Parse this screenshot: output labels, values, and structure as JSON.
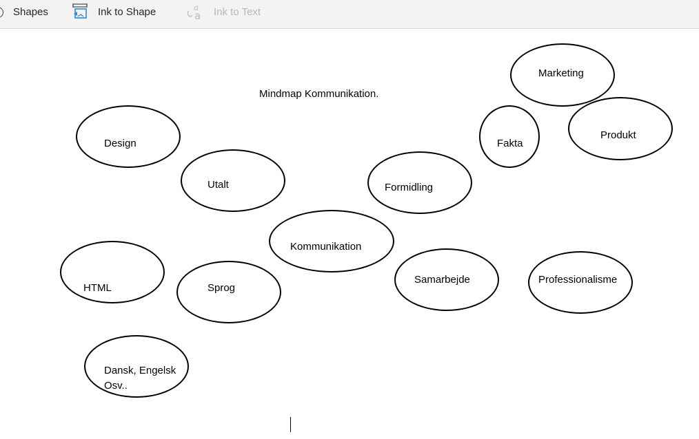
{
  "toolbar": {
    "shapes_label": "Shapes",
    "ink_to_shape_label": "Ink to Shape",
    "ink_to_text_label": "Ink to Text"
  },
  "page": {
    "title": "Mindmap Kommunikation."
  },
  "mindmap": {
    "marketing": "Marketing",
    "produkt": "Produkt",
    "fakta": "Fakta",
    "design": "Design",
    "utalt": "Utalt",
    "formidling": "Formidling",
    "kommunikation": "Kommunikation",
    "html": "HTML",
    "sprog": "Sprog",
    "samarbejde": "Samarbejde",
    "professionalisme": "Professionalisme",
    "dansk_line1": "Dansk, Engelsk",
    "dansk_line2": "Osv.."
  },
  "colors": {
    "toolbar_bg": "#f3f3f3",
    "accent": "#2b88d8",
    "disabled_text": "#b8b8b8"
  }
}
